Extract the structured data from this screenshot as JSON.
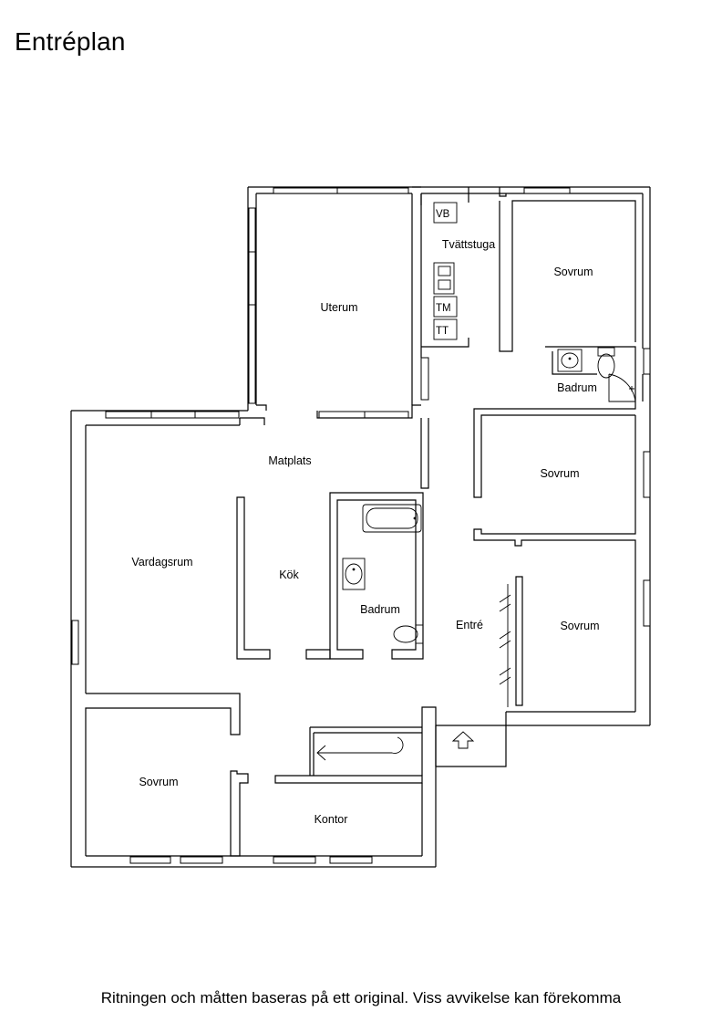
{
  "title": "Entréplan",
  "footer_note": "Ritningen och måtten baseras på ett original. Viss avvikelse kan förekomma",
  "rooms": {
    "uterum": "Uterum",
    "tvattstuga": "Tvättstuga",
    "sovrum_1": "Sovrum",
    "badrum_1": "Badrum",
    "sovrum_2": "Sovrum",
    "matplats": "Matplats",
    "vardagsrum": "Vardagsrum",
    "kok": "Kök",
    "badrum_2": "Badrum",
    "entre": "Entré",
    "sovrum_3": "Sovrum",
    "sovrum_4": "Sovrum",
    "kontor": "Kontor"
  },
  "fixtures": {
    "vb": "VB",
    "tm": "TM",
    "tt": "TT"
  }
}
